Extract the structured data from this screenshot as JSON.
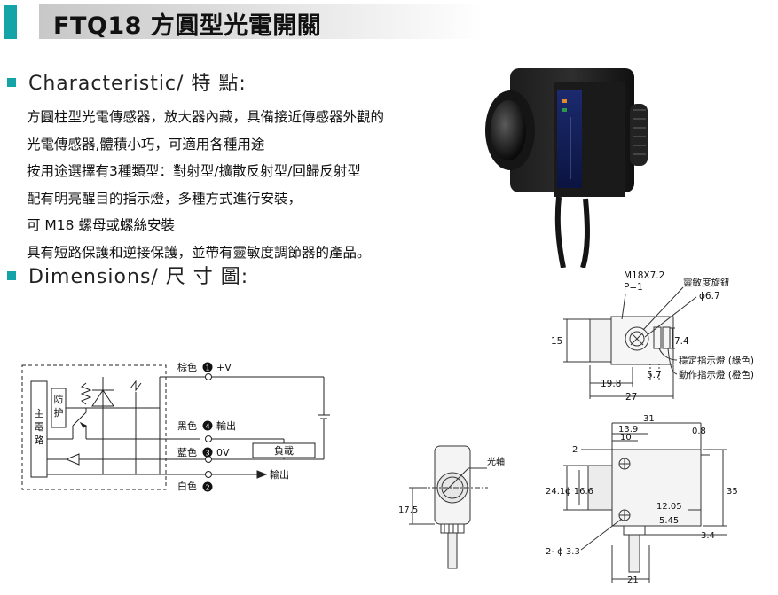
{
  "header": {
    "title": "FTQ18 方圓型光電開關"
  },
  "sections": {
    "characteristic": "Characteristic/ 特 點:",
    "dimensions": "Dimensions/ 尺 寸 圖:"
  },
  "description": [
    "方圓柱型光電傳感器，放大器內藏，具備接近傳感器外觀的",
    "光電傳感器,體積小巧，可適用各種用途",
    "按用途選擇有3種類型：對射型/擴散反射型/回歸反射型",
    "配有明亮醒目的指示燈，多種方式進行安裝，",
    "可 M18 螺母或螺絲安裝",
    "具有短路保護和逆接保護，並帶有靈敏度調節器的產品。"
  ],
  "circuit": {
    "main_circuit": [
      "主",
      "電",
      "路"
    ],
    "protection": [
      "防",
      "护"
    ],
    "wire1": "棕色",
    "wire1_num": "1",
    "wire1_label": "+V",
    "wire4": "黑色",
    "wire4_num": "4",
    "wire4_label": "輸出",
    "wire3": "藍色",
    "wire3_num": "3",
    "wire3_label": "0V",
    "wire2": "白色",
    "wire2_num": "2",
    "wire2_output": "輸出",
    "load": "負載"
  },
  "side_view": {
    "optical_axis": "光軸",
    "dim_height": "17.5"
  },
  "front_view": {
    "thread": "M18X7.2",
    "pitch": "P=1",
    "sensitivity_knob": "靈敏度旋鈕",
    "knob_dia": "ϕ6.7",
    "height": "15",
    "dim_7_4": "7.4",
    "stable_led": "穩定指示燈 (綠色)",
    "action_led": "動作指示燈 (橙色)",
    "dim_19_8": "19.8",
    "dim_5_7": "5.7",
    "dim_27": "27"
  },
  "top_view": {
    "dim_31": "31",
    "dim_13_9": "13.9",
    "dim_10": "10",
    "dim_2": "2",
    "dim_0_8": "0.8",
    "dim_24_1": "24.1",
    "dim_16_6": "ϕ 16.6",
    "dim_35": "35",
    "dim_12_05": "12.05",
    "dim_5_45": "5.45",
    "dim_3_4": "3.4",
    "hole": "2- ϕ 3.3",
    "dim_21": "21"
  }
}
